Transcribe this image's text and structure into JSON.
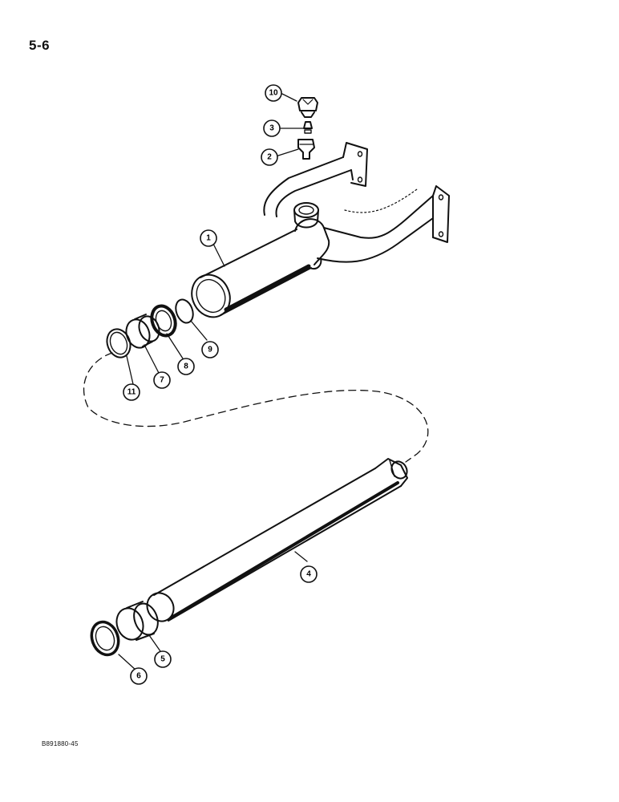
{
  "page": {
    "page_number": "5-6",
    "figure_code": "B891880-45"
  },
  "callouts": [
    {
      "id": "1",
      "label": "1"
    },
    {
      "id": "2",
      "label": "2"
    },
    {
      "id": "3",
      "label": "3"
    },
    {
      "id": "4",
      "label": "4"
    },
    {
      "id": "5",
      "label": "5"
    },
    {
      "id": "6",
      "label": "6"
    },
    {
      "id": "7",
      "label": "7"
    },
    {
      "id": "8",
      "label": "8"
    },
    {
      "id": "9",
      "label": "9"
    },
    {
      "id": "10",
      "label": "10"
    },
    {
      "id": "11",
      "label": "11"
    }
  ],
  "colors": {
    "ink": "#111111",
    "paper": "#ffffff"
  }
}
